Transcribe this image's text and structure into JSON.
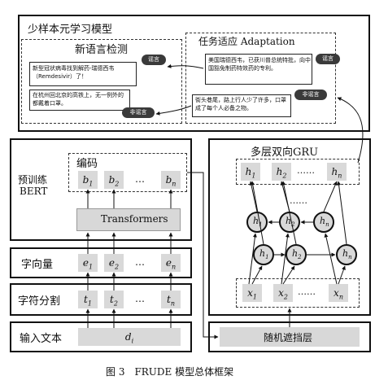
{
  "top_panel": {
    "title": "少样本元学习模型",
    "new_lang": {
      "title": "新语言检测",
      "note1": "新型冠状病毒找到解药-瑞德西韦（Remdesivir）了！",
      "bubble1": "谣言",
      "note2": "在杭州回北京的高铁上，无一例外的都戴着口罩。",
      "bubble2": "非谣言"
    },
    "task": {
      "title": "任务适应 Adaptation",
      "note1": "美国瑞德西韦，已获川普总统特批，向中国豁免制药特效药的专利。",
      "bubble1": "谣言",
      "note2": "街头巷尾，路上行人少了许多，口罩成了每个人必备之物。",
      "bubble2": "非谣言"
    }
  },
  "left": {
    "pretrain_label": "预训练\nBERT",
    "pretrain_line1": "预训练",
    "pretrain_line2": "BERT",
    "encode_label": "编码",
    "b_cells": [
      "b",
      "b",
      "…",
      "b"
    ],
    "b_subs": [
      "1",
      "2",
      "",
      "n"
    ],
    "transformers": "Transformers",
    "word_vec_label": "字向量",
    "e_cells": [
      "e",
      "e",
      "…",
      "e"
    ],
    "e_subs": [
      "1",
      "2",
      "",
      "n"
    ],
    "char_split_label": "字符分割",
    "t_cells": [
      "t",
      "t",
      "…",
      "t"
    ],
    "t_subs": [
      "1",
      "2",
      "",
      "n"
    ],
    "input_label": "输入文本",
    "d_cell": "d",
    "d_sub": "i"
  },
  "right": {
    "gru_title": "多层双向GRU",
    "h_cells": [
      "h",
      "h",
      "……",
      "h"
    ],
    "h_subs": [
      "1",
      "2",
      "",
      "n"
    ],
    "dots_mid": "……",
    "x_cells": [
      "x",
      "x",
      "……",
      "x"
    ],
    "x_subs": [
      "1",
      "2",
      "",
      "n"
    ],
    "mask_label": "随机遮挡层"
  },
  "caption": "图 3　FRUDE 模型总体框架"
}
